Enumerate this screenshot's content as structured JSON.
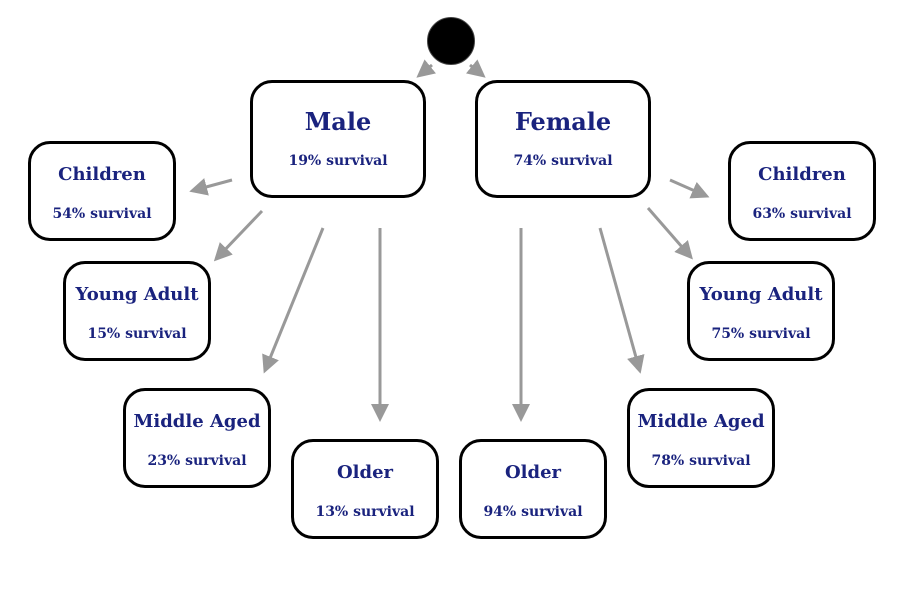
{
  "colors": {
    "text": "#1a237e",
    "border": "#000000",
    "arrow": "#999999",
    "start": "#000000"
  },
  "nodes": {
    "male": {
      "title": "Male",
      "survival": "19% survival"
    },
    "female": {
      "title": "Female",
      "survival": "74% survival"
    },
    "male_children": {
      "title": "Children",
      "survival": "54% survival"
    },
    "male_young_adult": {
      "title": "Young Adult",
      "survival": "15% survival"
    },
    "male_middle_aged": {
      "title": "Middle Aged",
      "survival": "23% survival"
    },
    "male_older": {
      "title": "Older",
      "survival": "13% survival"
    },
    "female_children": {
      "title": "Children",
      "survival": "63% survival"
    },
    "female_young_adult": {
      "title": "Young Adult",
      "survival": "75% survival"
    },
    "female_middle_aged": {
      "title": "Middle Aged",
      "survival": "78% survival"
    },
    "female_older": {
      "title": "Older",
      "survival": "94% survival"
    }
  }
}
